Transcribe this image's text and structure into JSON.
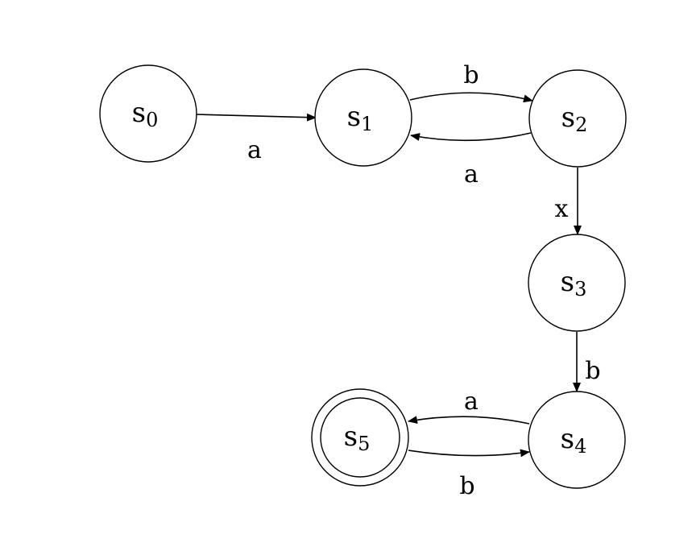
{
  "diagram": {
    "states": [
      {
        "id": "s0",
        "letter": "s",
        "subscript": "0",
        "accepting": false
      },
      {
        "id": "s1",
        "letter": "s",
        "subscript": "1",
        "accepting": false
      },
      {
        "id": "s2",
        "letter": "s",
        "subscript": "2",
        "accepting": false
      },
      {
        "id": "s3",
        "letter": "s",
        "subscript": "3",
        "accepting": false
      },
      {
        "id": "s4",
        "letter": "s",
        "subscript": "4",
        "accepting": false
      },
      {
        "id": "s5",
        "letter": "s",
        "subscript": "5",
        "accepting": true
      }
    ],
    "transitions": [
      {
        "from": "s0",
        "to": "s1",
        "label": "a"
      },
      {
        "from": "s1",
        "to": "s2",
        "label": "b"
      },
      {
        "from": "s2",
        "to": "s1",
        "label": "a"
      },
      {
        "from": "s2",
        "to": "s3",
        "label": "x"
      },
      {
        "from": "s3",
        "to": "s4",
        "label": "b"
      },
      {
        "from": "s4",
        "to": "s5",
        "label": "a"
      },
      {
        "from": "s5",
        "to": "s4",
        "label": "b"
      }
    ]
  }
}
